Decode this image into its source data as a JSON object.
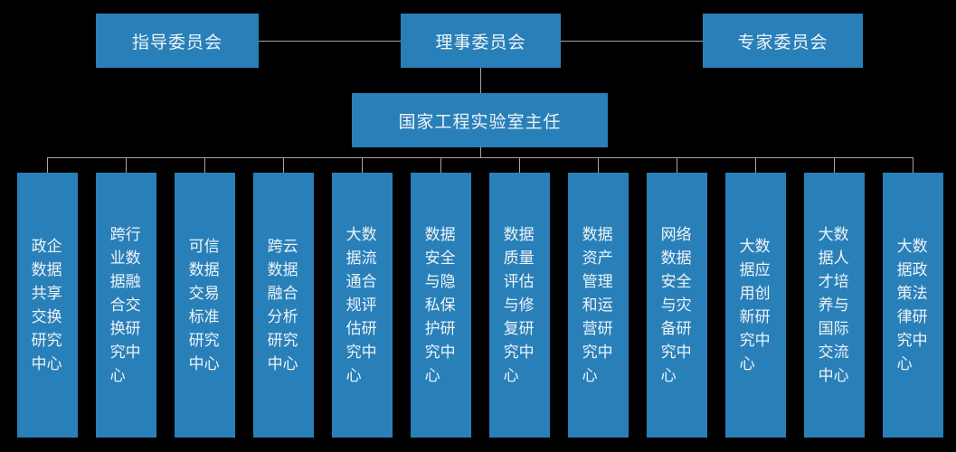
{
  "committees": [
    {
      "label": "指导委员会"
    },
    {
      "label": "理事委员会"
    },
    {
      "label": "专家委员会"
    }
  ],
  "director": {
    "label": "国家工程实验室主任"
  },
  "centers": [
    {
      "label": "政企数据共享交换研究中心"
    },
    {
      "label": "跨行业数据融合交换研究中心"
    },
    {
      "label": "可信数据交易标准研究中心"
    },
    {
      "label": "跨云数据融合分析研究中心"
    },
    {
      "label": "大数据流通合规评估研究中心"
    },
    {
      "label": "数据安全与隐私保护研究中心"
    },
    {
      "label": "数据质量评估与修复研究中心"
    },
    {
      "label": "数据资产管理和运营研究中心"
    },
    {
      "label": "网络数据安全与灾备研究中心"
    },
    {
      "label": "大数据应用创新研究中心"
    },
    {
      "label": "大数据人才培养与国际交流中心"
    },
    {
      "label": "大数据政策法律研究中心"
    }
  ],
  "colors": {
    "box_fill": "#2980b9",
    "connector_line": "#a6a6a6",
    "background": "#000000",
    "box_text": "#eef3f7"
  }
}
